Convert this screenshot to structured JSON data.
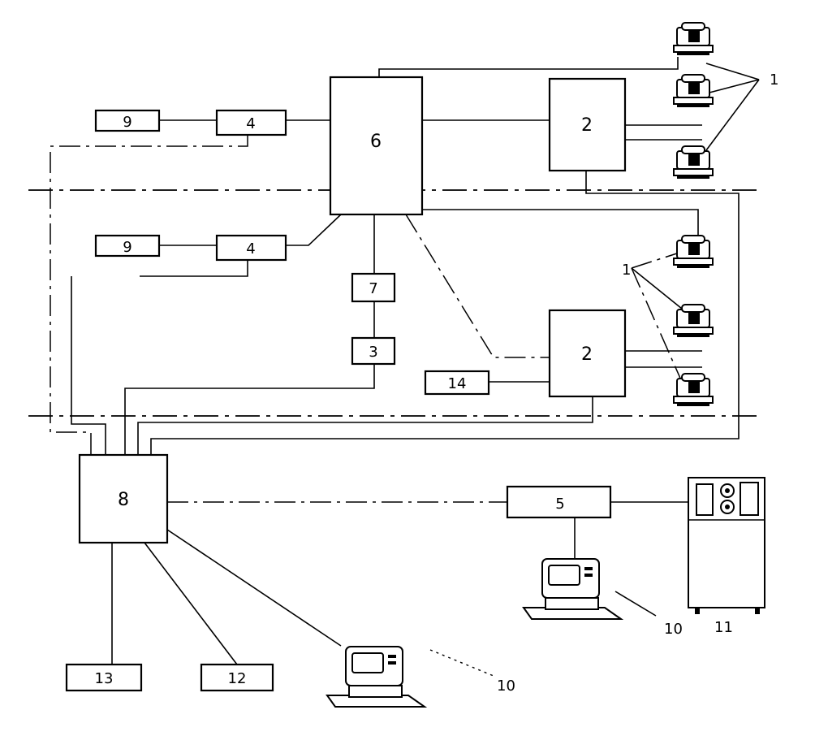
{
  "nodes": {
    "n6": "6",
    "n2_top": "2",
    "n2_bottom": "2",
    "n9_top": "9",
    "n4_top": "4",
    "n9_bottom": "9",
    "n4_bottom": "4",
    "n7": "7",
    "n3": "3",
    "n14": "14",
    "n8": "8",
    "n5": "5",
    "n13": "13",
    "n12": "12"
  },
  "labels": {
    "phones_top": "1",
    "phones_bottom": "1",
    "terminal_right": "10",
    "terminal_bottom": "10",
    "cabinet": "11"
  },
  "icons": {
    "telephone": "telephone-icon",
    "terminal": "computer-terminal-icon",
    "cabinet": "equipment-cabinet-icon"
  }
}
